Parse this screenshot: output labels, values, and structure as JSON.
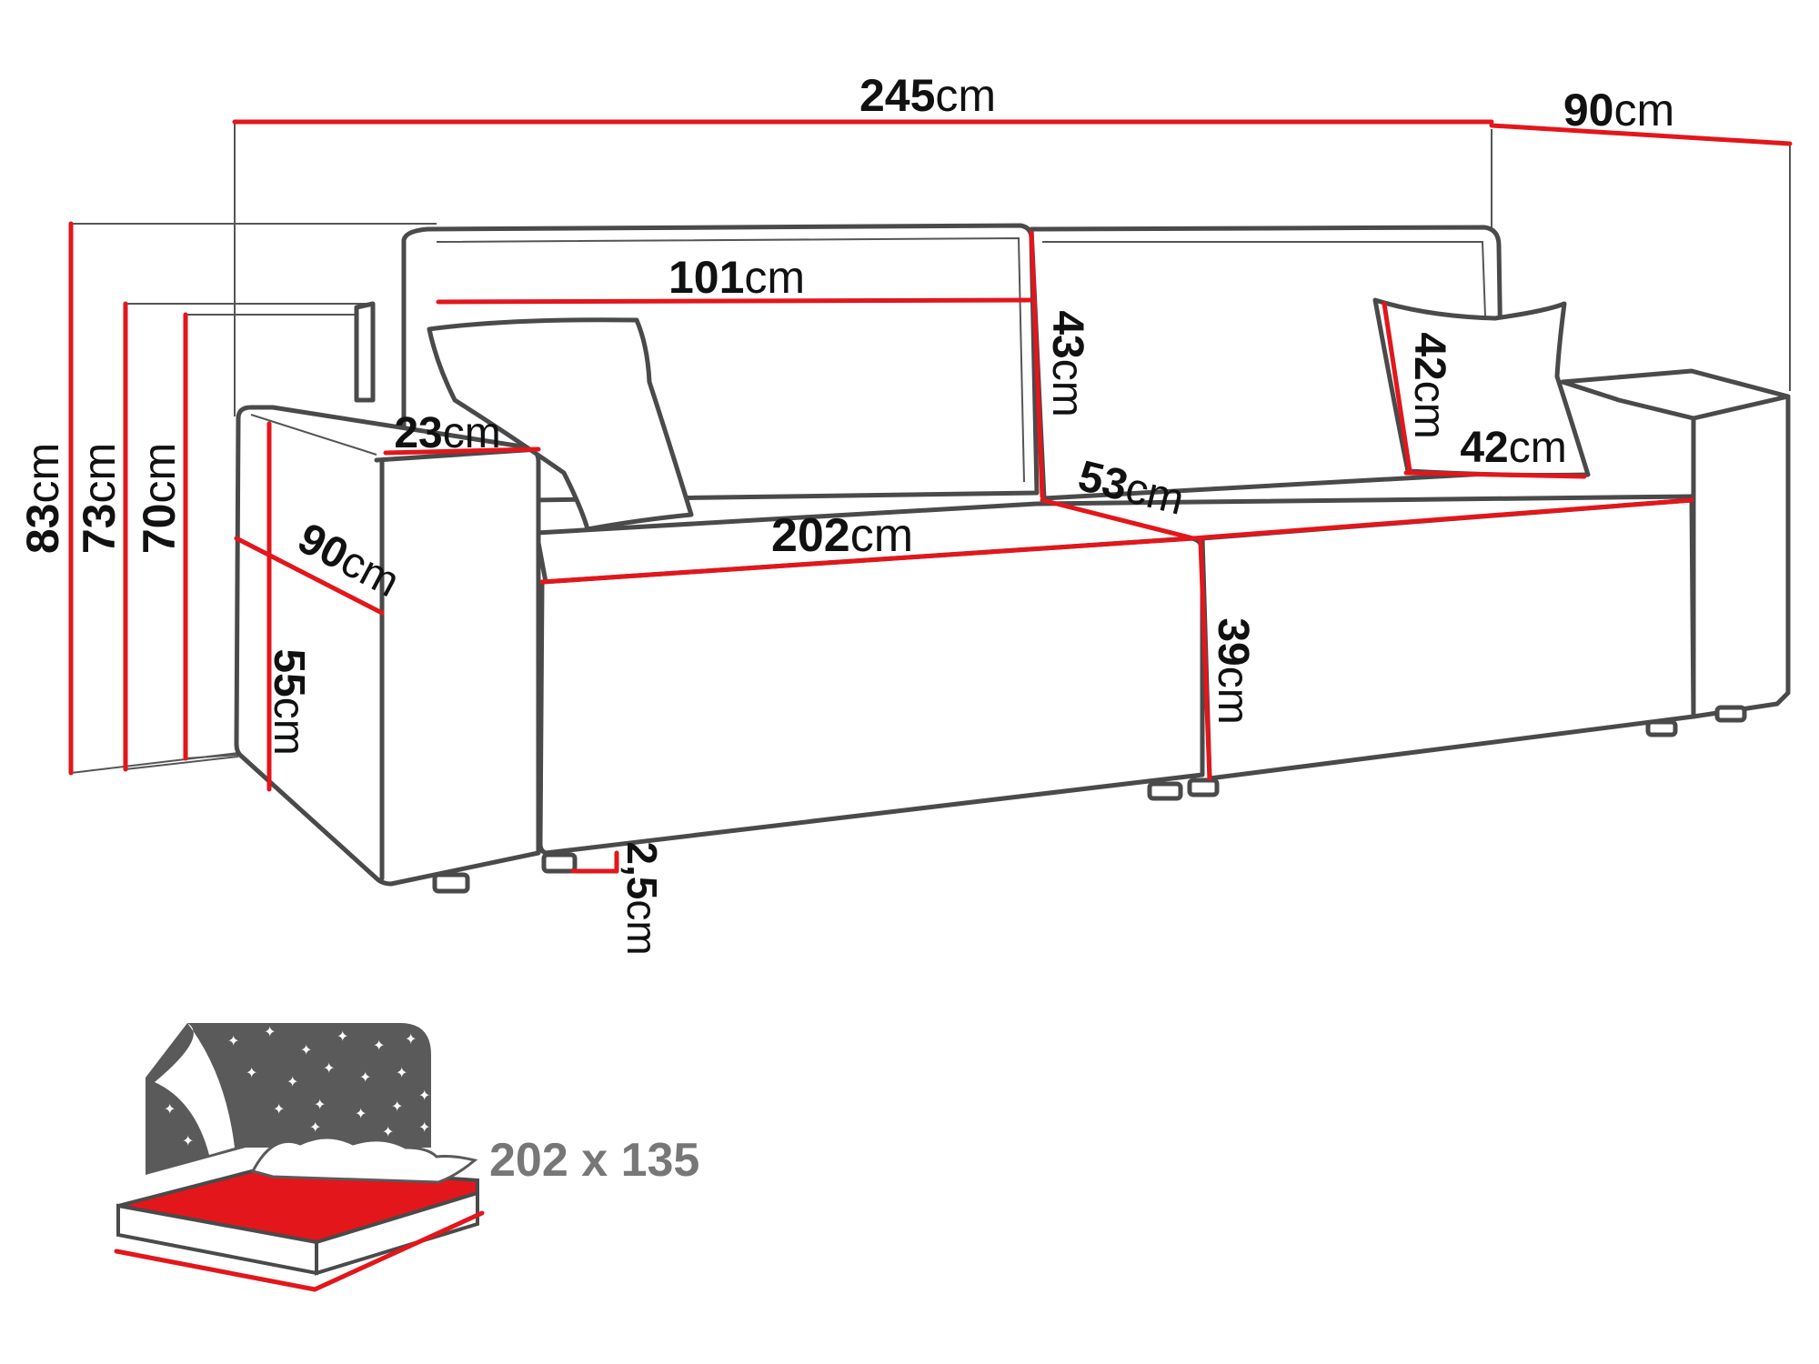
{
  "colors": {
    "accent": "#e3161b",
    "outline": "#4a4a4a",
    "bed_text": "#777777",
    "night_panel": "#5a5a5a"
  },
  "dimensions": {
    "total_width": {
      "num": "245",
      "unit": "cm"
    },
    "depth_top": {
      "num": "90",
      "unit": "cm"
    },
    "height_total": {
      "num": "83",
      "unit": "cm"
    },
    "height_back": {
      "num": "73",
      "unit": "cm"
    },
    "height_arm": {
      "num": "70",
      "unit": "cm"
    },
    "arm_width": {
      "num": "23",
      "unit": "cm"
    },
    "arm_depth": {
      "num": "90",
      "unit": "cm"
    },
    "side_height": {
      "num": "55",
      "unit": "cm"
    },
    "back_width": {
      "num": "101",
      "unit": "cm"
    },
    "back_height": {
      "num": "43",
      "unit": "cm"
    },
    "pillow_height": {
      "num": "42",
      "unit": "cm"
    },
    "pillow_width": {
      "num": "42",
      "unit": "cm"
    },
    "seat_depth": {
      "num": "53",
      "unit": "cm"
    },
    "seat_width": {
      "num": "202",
      "unit": "cm"
    },
    "seat_height": {
      "num": "39",
      "unit": "cm"
    },
    "leg_height": {
      "num": "2,5",
      "unit": "cm"
    }
  },
  "bed": {
    "size": "202 x 135"
  }
}
